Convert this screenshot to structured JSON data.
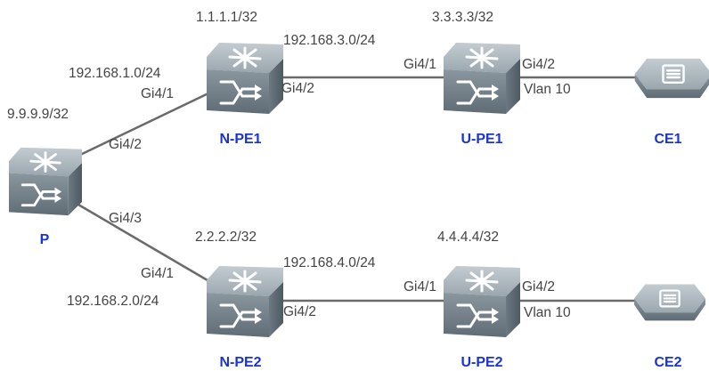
{
  "devices": {
    "p": {
      "name": "P",
      "loopback": "9.9.9.9/32"
    },
    "npe1": {
      "name": "N-PE1",
      "loopback": "1.1.1.1/32"
    },
    "npe2": {
      "name": "N-PE2",
      "loopback": "2.2.2.2/32"
    },
    "upe1": {
      "name": "U-PE1",
      "loopback": "3.3.3.3/32"
    },
    "upe2": {
      "name": "U-PE2",
      "loopback": "4.4.4.4/32"
    },
    "ce1": {
      "name": "CE1"
    },
    "ce2": {
      "name": "CE2"
    }
  },
  "links": {
    "p_npe1": {
      "subnet": "192.168.1.0/24",
      "port_a": "Gi4/2",
      "port_b": "Gi4/1"
    },
    "p_npe2": {
      "subnet": "192.168.2.0/24",
      "port_a": "Gi4/3",
      "port_b": "Gi4/1"
    },
    "npe1_upe1": {
      "subnet": "192.168.3.0/24",
      "port_a": "Gi4/2",
      "port_b": "Gi4/1"
    },
    "npe2_upe2": {
      "subnet": "192.168.4.0/24",
      "port_a": "Gi4/2",
      "port_b": "Gi4/1"
    },
    "upe1_ce1": {
      "port": "Gi4/2",
      "vlan": "Vlan 10"
    },
    "upe2_ce2": {
      "port": "Gi4/2",
      "vlan": "Vlan 10"
    }
  },
  "icons": {
    "router": "router-switch-icon",
    "ce": "ce-device-icon"
  },
  "colors": {
    "device_label": "#1a33d6",
    "text": "#444444",
    "link": "#6a6a6a",
    "device_body": "#7d8b95"
  }
}
